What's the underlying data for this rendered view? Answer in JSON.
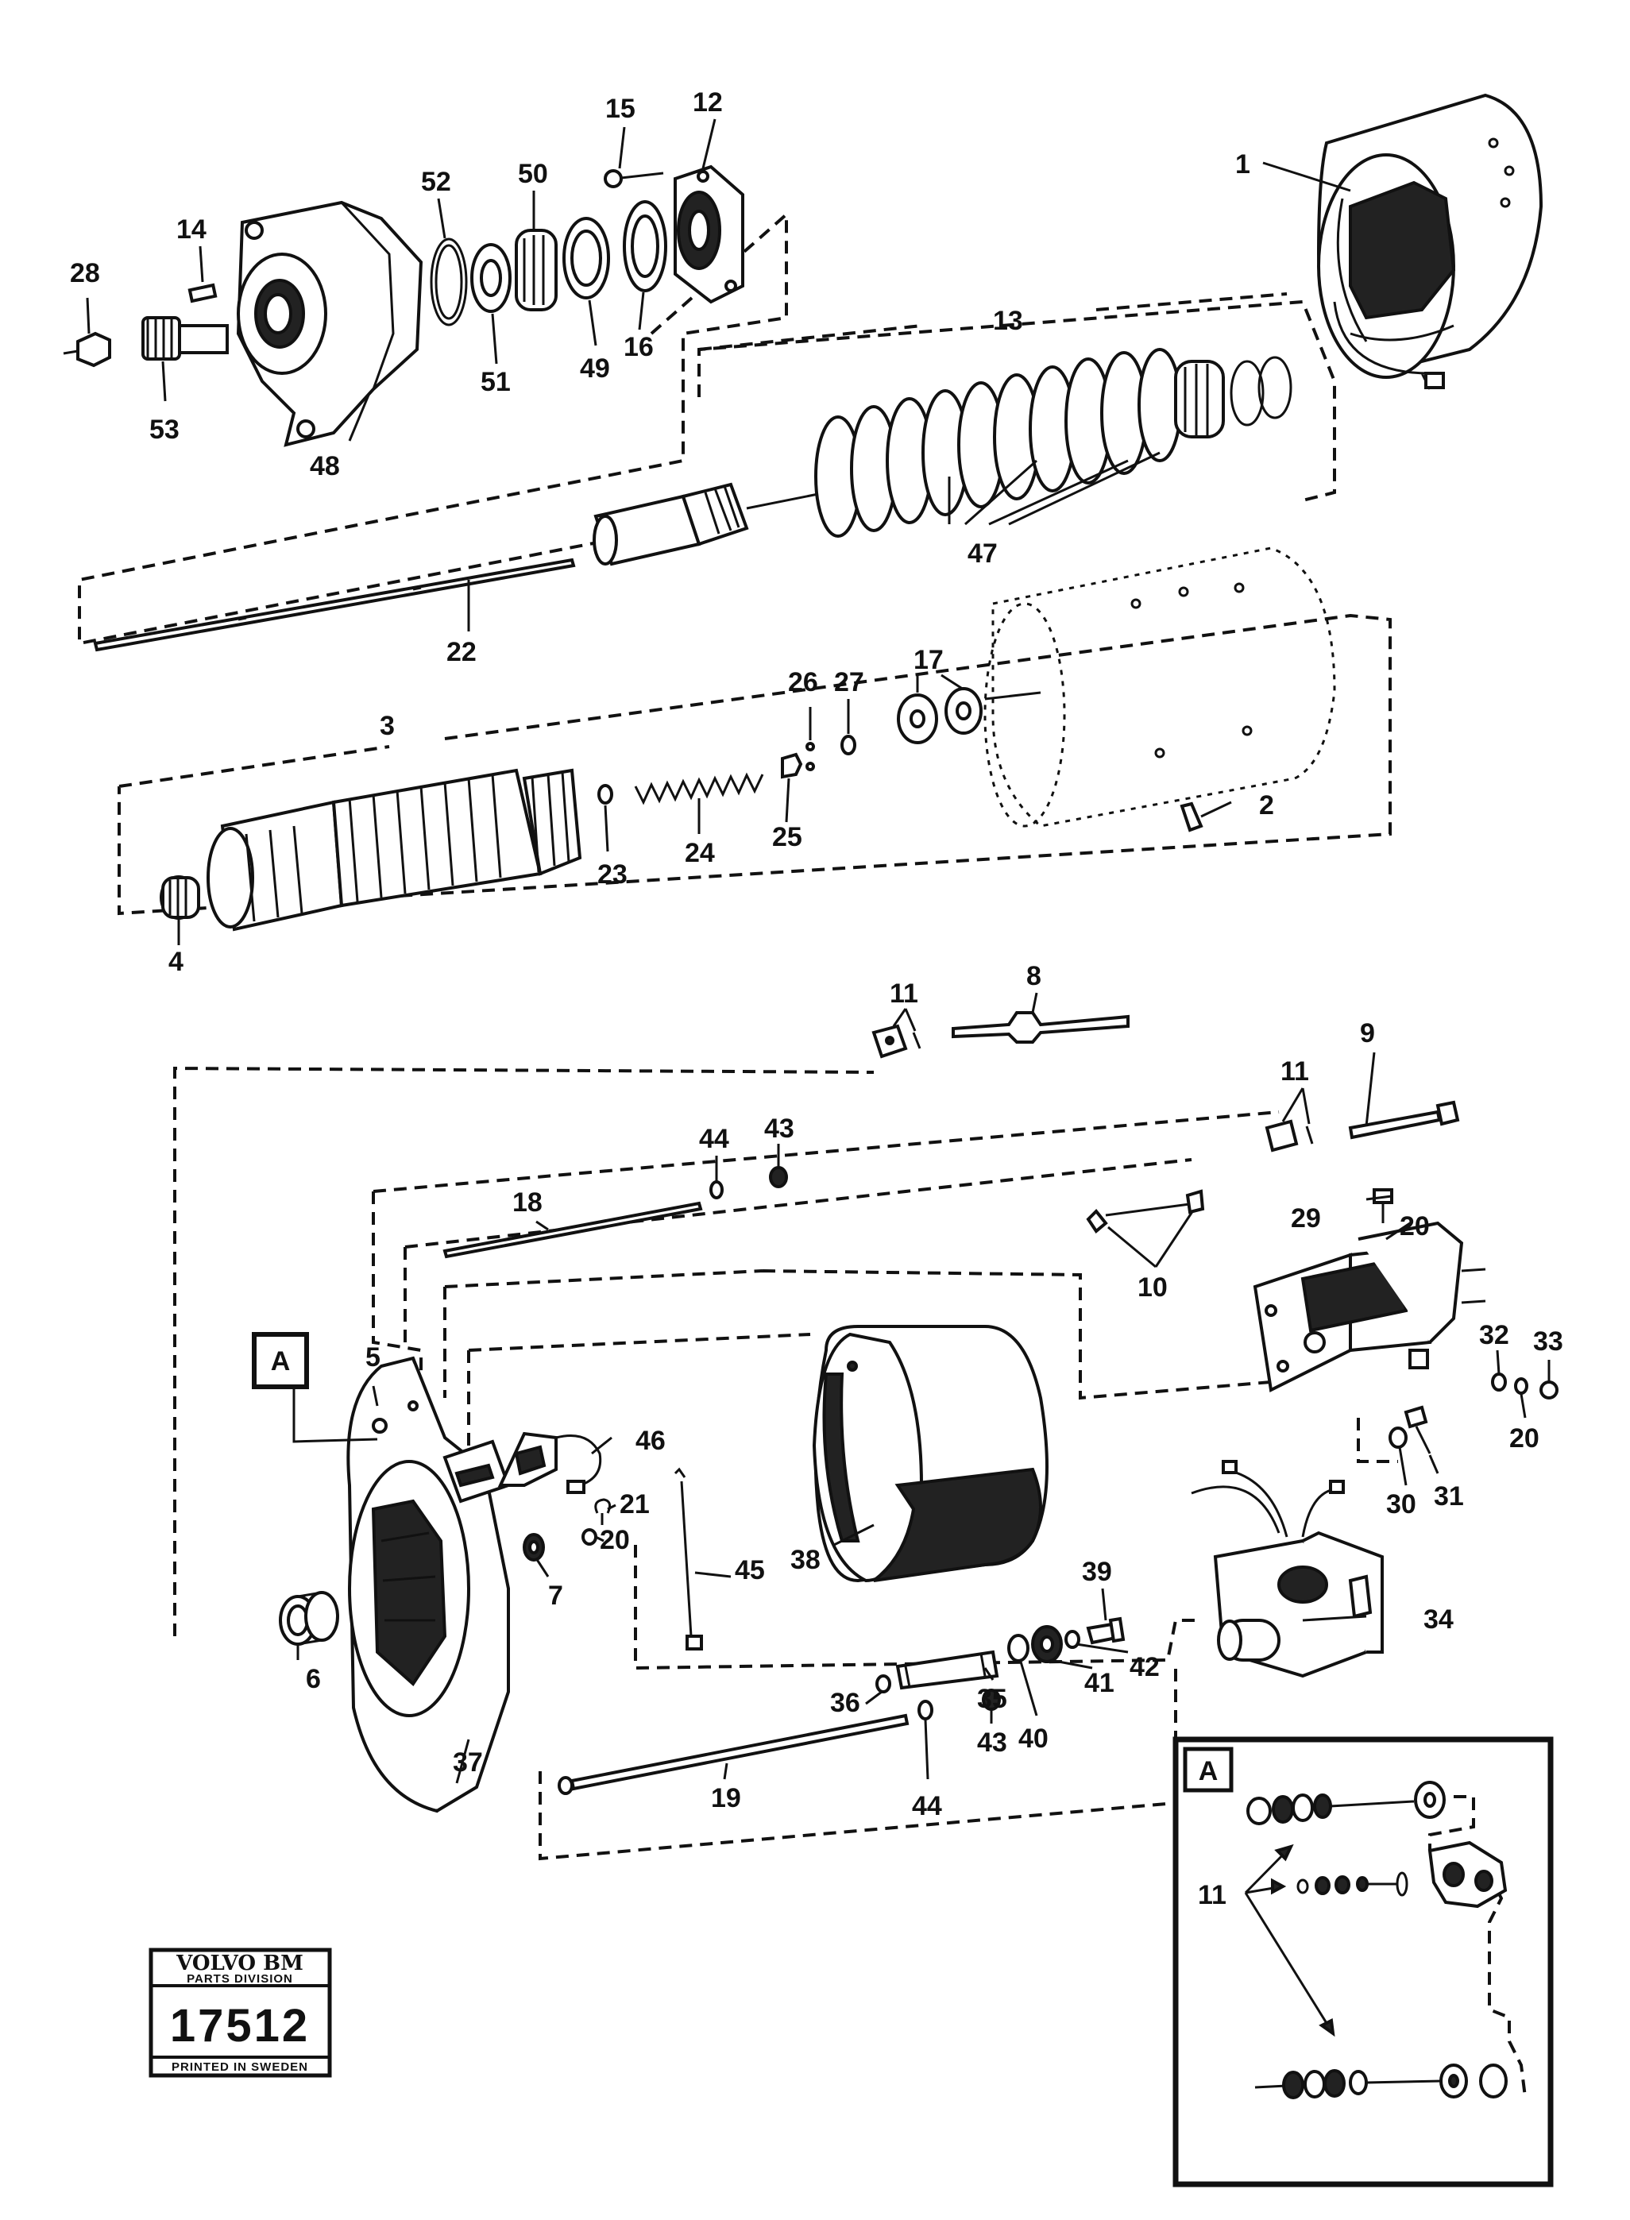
{
  "diagram": {
    "callouts": [
      "1",
      "2",
      "3",
      "4",
      "5",
      "6",
      "7",
      "8",
      "9",
      "10",
      "11",
      "11",
      "12",
      "13",
      "14",
      "15",
      "16",
      "17",
      "18",
      "19",
      "20",
      "20",
      "20",
      "21",
      "22",
      "23",
      "24",
      "25",
      "26",
      "27",
      "28",
      "29",
      "30",
      "31",
      "32",
      "33",
      "34",
      "35",
      "36",
      "37",
      "38",
      "39",
      "40",
      "41",
      "42",
      "43",
      "43",
      "44",
      "44",
      "45",
      "46",
      "47",
      "48",
      "49",
      "50",
      "51",
      "52",
      "53"
    ],
    "detail_label": "A",
    "inset_label": "A",
    "inset_callout": "11"
  },
  "stamp": {
    "brand": "VOLVO BM",
    "division": "PARTS DIVISION",
    "number": "17512",
    "printed": "PRINTED IN SWEDEN"
  }
}
